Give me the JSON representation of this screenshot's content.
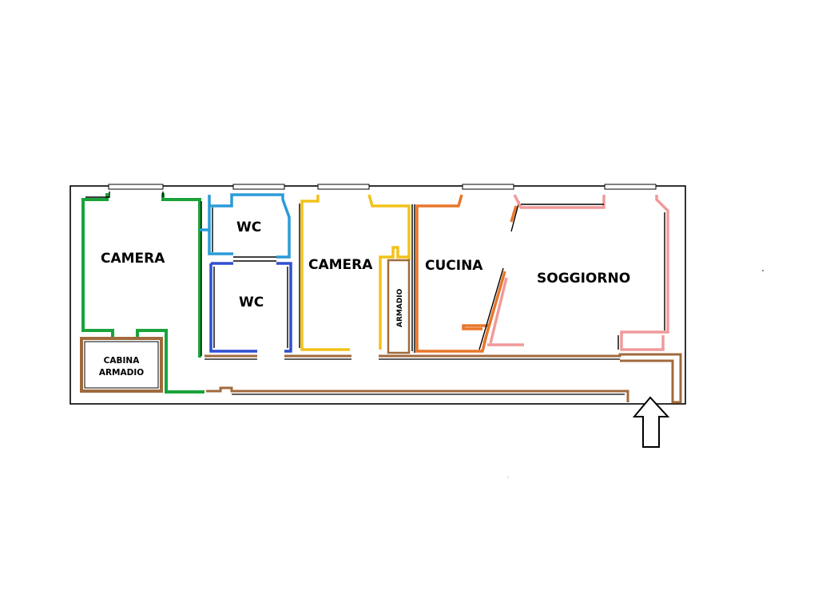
{
  "rooms": {
    "camera_1": {
      "label": "CAMERA"
    },
    "wc_upper": {
      "label": "WC"
    },
    "wc_lower": {
      "label": "WC"
    },
    "camera_2": {
      "label": "CAMERA"
    },
    "cucina": {
      "label": "CUCINA"
    },
    "soggiorno": {
      "label": "SOGGIORNO"
    },
    "cabina_armadio": {
      "line1": "CABINA",
      "line2": "ARMADIO"
    },
    "armadio": {
      "label": "ARMADIO"
    }
  },
  "entrance": {
    "icon": "entrance-arrow-icon"
  },
  "colors": {
    "camera_1": "#1aa33a",
    "wc_upper": "#2b9bd8",
    "wc_lower": "#2f4fd0",
    "camera_2": "#f2c21a",
    "cucina": "#e8762a",
    "soggiorno": "#f09a9a",
    "corridor": "#a06a3c",
    "outline": "#000000"
  }
}
